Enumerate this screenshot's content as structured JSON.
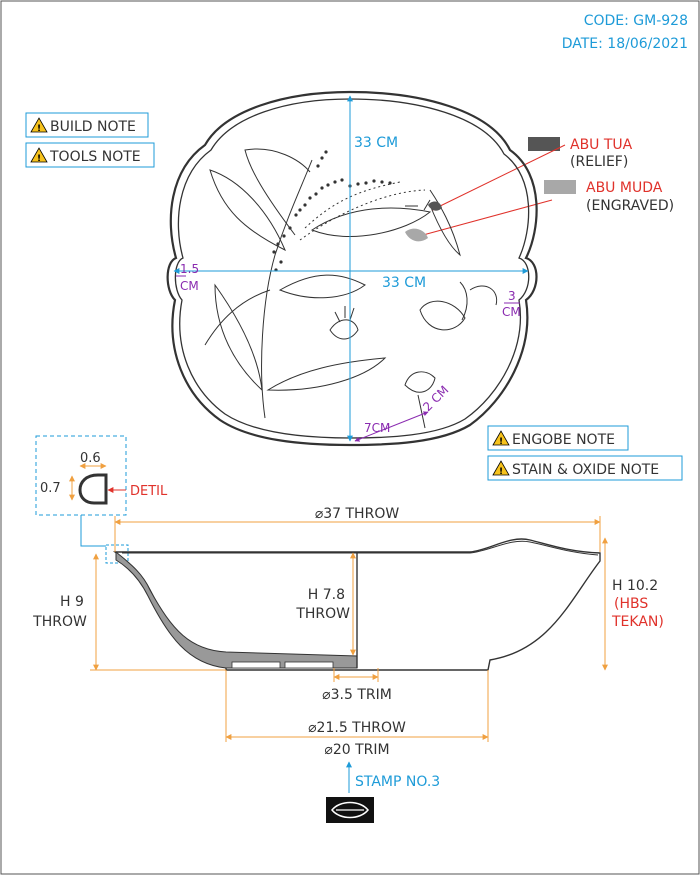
{
  "header": {
    "code": "CODE: GM-928",
    "date": "DATE: 18/06/2021"
  },
  "notes": {
    "build": "BUILD NOTE",
    "tools": "TOOLS NOTE",
    "engobe": "ENGOBE NOTE",
    "stain": "STAIN & OXIDE NOTE"
  },
  "legend": {
    "abu_tua": "ABU TUA",
    "relief": "(RELIEF)",
    "abu_muda": "ABU MUDA",
    "engraved": "(ENGRAVED)"
  },
  "top_view": {
    "diameter_v": "33 CM",
    "diameter_h": "33 CM",
    "rim_a": "1.5",
    "rim_b": "CM",
    "side_a": "3",
    "side_b": "CM",
    "leaf_len": "7CM",
    "leaf_w": "2 CM"
  },
  "detail": {
    "w": "0.6",
    "h": "0.7",
    "label": "DETIL"
  },
  "section": {
    "throw_diameter": "⌀37 THROW",
    "h9_a": "H 9",
    "h9_b": "THROW",
    "h78_a": "H 7.8",
    "h78_b": "THROW",
    "h102_a": "H 10.2",
    "h102_b": "(HBS",
    "h102_c": "TEKAN)",
    "trim35": "⌀3.5 TRIM",
    "throw215": "⌀21.5 THROW",
    "trim20": "⌀20 TRIM",
    "stamp": "STAMP NO.3"
  },
  "colors": {
    "cyan": "#1e9bd8",
    "red": "#e0322b",
    "orange": "#f0a040",
    "purple": "#8a2bb0",
    "relief": "#555555",
    "engraved": "#a8a8a8"
  }
}
